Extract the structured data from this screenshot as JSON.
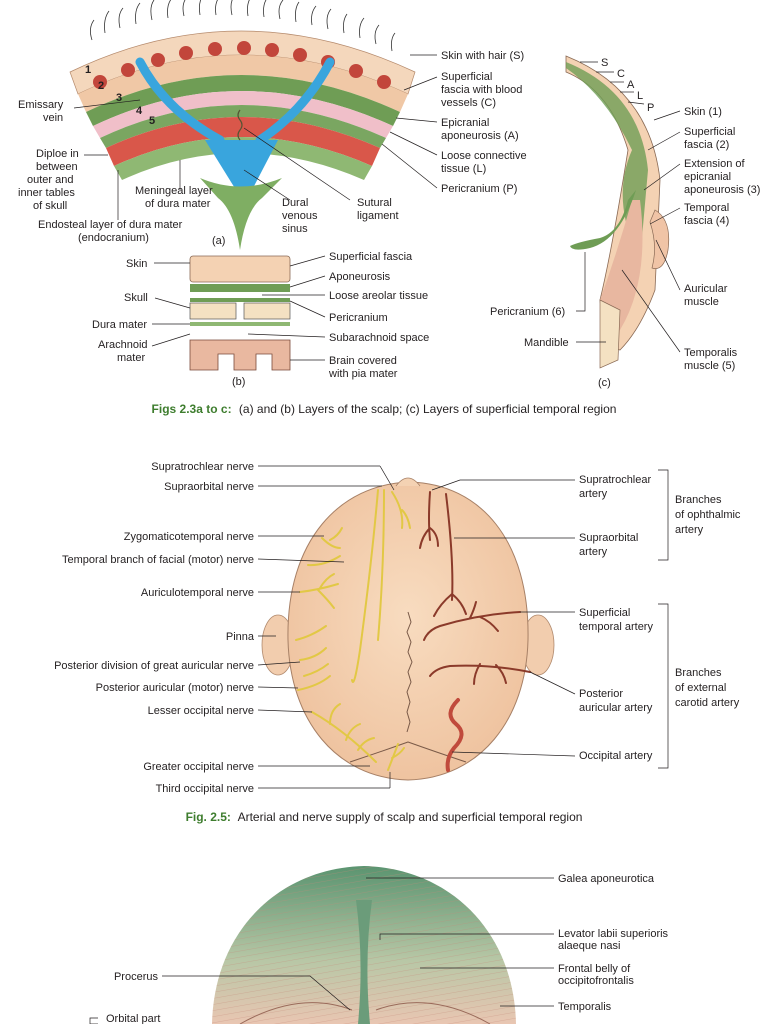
{
  "figure_2_3": {
    "panel_a": {
      "labels": {
        "skin_with_hair": "Skin with hair (S)",
        "superficial_fascia": [
          "Superficial",
          "fascia with blood",
          "vessels (C)"
        ],
        "epicranial": [
          "Epicranial",
          "aponeurosis (A)"
        ],
        "loose_connective": [
          "Loose connective",
          "tissue (L)"
        ],
        "pericranium": "Pericranium (P)",
        "sutural": [
          "Sutural",
          "ligament"
        ],
        "dural_sinus": [
          "Dural",
          "venous",
          "sinus"
        ],
        "meningeal": [
          "Meningeal layer",
          "of dura mater"
        ],
        "endosteal": [
          "Endosteal layer of dura mater",
          "(endocranium)"
        ],
        "diploe": [
          "Diploe in",
          "between",
          "outer and",
          "inner tables",
          "of skull"
        ],
        "emissary": [
          "Emissary",
          "vein"
        ],
        "layer_numbers": [
          "1",
          "2",
          "3",
          "4",
          "5"
        ],
        "panel_tag": "(a)"
      }
    },
    "panel_b": {
      "labels": {
        "skin": "Skin",
        "skull": "Skull",
        "dura": "Dura mater",
        "arachnoid": [
          "Arachnoid",
          "mater"
        ],
        "superficial_fascia": "Superficial fascia",
        "aponeurosis": "Aponeurosis",
        "loose_areolar": "Loose areolar tissue",
        "pericranium": "Pericranium",
        "subarachnoid": "Subarachnoid space",
        "brain": [
          "Brain covered",
          "with pia mater"
        ],
        "panel_tag": "(b)"
      }
    },
    "panel_c": {
      "labels": {
        "letters": [
          "S",
          "C",
          "A",
          "L",
          "P"
        ],
        "skin": "Skin (1)",
        "superficial_fascia": [
          "Superficial",
          "fascia (2)"
        ],
        "extension": [
          "Extension of",
          "epicranial",
          "aponeurosis (3)"
        ],
        "temporal_fascia": [
          "Temporal",
          "fascia (4)"
        ],
        "auricular": [
          "Auricular",
          "muscle"
        ],
        "temporalis": [
          "Temporalis",
          "muscle (5)"
        ],
        "pericranium": "Pericranium (6)",
        "mandible": "Mandible",
        "panel_tag": "(c)"
      }
    },
    "caption": {
      "number": "Figs 2.3a to c:",
      "text": "(a) and (b) Layers of the scalp; (c) Layers of superficial temporal region"
    }
  },
  "figure_2_5": {
    "left_labels": [
      "Supratrochlear nerve",
      "Supraorbital nerve",
      "Zygomaticotemporal nerve",
      "Temporal branch of facial (motor) nerve",
      "Auriculotemporal nerve",
      "Pinna",
      "Posterior division of great auricular nerve",
      "Posterior auricular (motor) nerve",
      "Lesser occipital nerve",
      "Greater occipital nerve",
      "Third occipital nerve"
    ],
    "right_labels": {
      "supratrochlear_artery": [
        "Supratrochlear",
        "artery"
      ],
      "supraorbital_artery": [
        "Supraorbital",
        "artery"
      ],
      "superficial_temporal_artery": [
        "Superficial",
        "temporal artery"
      ],
      "posterior_auricular_artery": [
        "Posterior",
        "auricular artery"
      ],
      "occipital_artery": "Occipital artery"
    },
    "groups": {
      "ophthalmic": [
        "Branches",
        "of ophthalmic",
        "artery"
      ],
      "external_carotid": [
        "Branches",
        "of external",
        "carotid artery"
      ]
    },
    "caption": {
      "number": "Fig. 2.5:",
      "text": "Arterial and nerve supply of scalp and superficial temporal region"
    }
  },
  "figure_2_6_partial": {
    "labels": {
      "galea": "Galea aponeurotica",
      "levator": [
        "Levator labii superioris",
        "alaeque nasi"
      ],
      "frontal_belly": [
        "Frontal belly of",
        "occipitofrontalis"
      ],
      "procerus": "Procerus",
      "temporalis": "Temporalis",
      "orbital_part": "Orbital part"
    }
  },
  "colors": {
    "caption_green": "#3e7d2e",
    "skin_tone": "#f4d2b3",
    "nerve_yellow": "#e8d24a",
    "artery_red": "#8b3a2a",
    "sinus_blue": "#39a5dd",
    "layer_green": "#6f9d55",
    "layer_pink": "#f0bfc9"
  }
}
